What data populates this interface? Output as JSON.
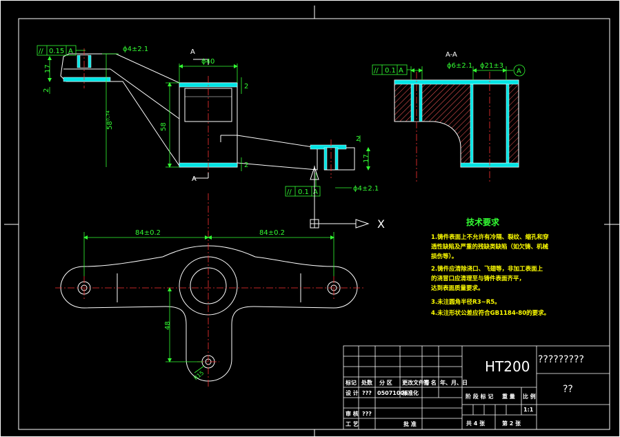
{
  "section_label": "A-A",
  "cut_label_top": "A",
  "cut_label_bottom": "A",
  "datum_circle": "A",
  "dims": {
    "hole_top_left": "ϕ4±2.1",
    "hole_right_lower": "ϕ4±2.1",
    "boss_dia": "ϕ40",
    "height_58": "58",
    "height_58_tol": "58⁰·⁷⁴",
    "left_17": "17",
    "left_2": "2",
    "right_17": "17",
    "right_2a": "2",
    "right_2b": "2",
    "right_2c": "2",
    "sec_hole1": "ϕ6±2.1",
    "sec_hole2": "ϕ21±3",
    "span_left": "84±0.2",
    "span_right": "84±0.2",
    "plan_48": "48",
    "plan_r": "R15"
  },
  "fcf": {
    "top_left": {
      "sym": "//",
      "val": "0.15",
      "datum": "A"
    },
    "lower_mid": {
      "sym": "//",
      "val": "0.1",
      "datum": "A"
    },
    "section": {
      "sym": "//",
      "val": "0.1",
      "datum": "A"
    }
  },
  "notes": {
    "title": "技术要求",
    "lines": [
      "1.铸件表面上不允许有冷隔、裂纹、缩孔和穿",
      "透性缺陷及严重的残缺类缺陷（如欠铸、机械",
      "损伤等）。",
      "2.铸件应清除浇口、飞翅等，非加工表面上",
      "的浇冒口应清理至与铸件表面齐平，",
      "达到表面质量要求。",
      "3.未注圆角半径R3~R5。",
      "4.未注形状公差应符合GB1184-80的要求。"
    ]
  },
  "ucs": {
    "x": "X"
  },
  "title_block": {
    "material": "HT200",
    "drawing_name": "?????????",
    "company": "??",
    "hdr_mark": "标记",
    "hdr_count": "处数",
    "hdr_zone": "分 区",
    "hdr_doc": "更改文件号",
    "hdr_sign": "签 名",
    "hdr_date": "年、月、日",
    "design_label": "设 计",
    "design_name": "???",
    "design_no": "05071006",
    "standardize": "标准化",
    "review_label": "审 核",
    "review_name": "???",
    "process_label": "工 艺",
    "approve_label": "批 准",
    "stage_label": "阶 段 标 记",
    "weight_label": "重 量",
    "scale_label": "比 例",
    "scale_value": "1:1",
    "sheets_total": "共 4 张",
    "sheet_no": "第 2 张"
  }
}
